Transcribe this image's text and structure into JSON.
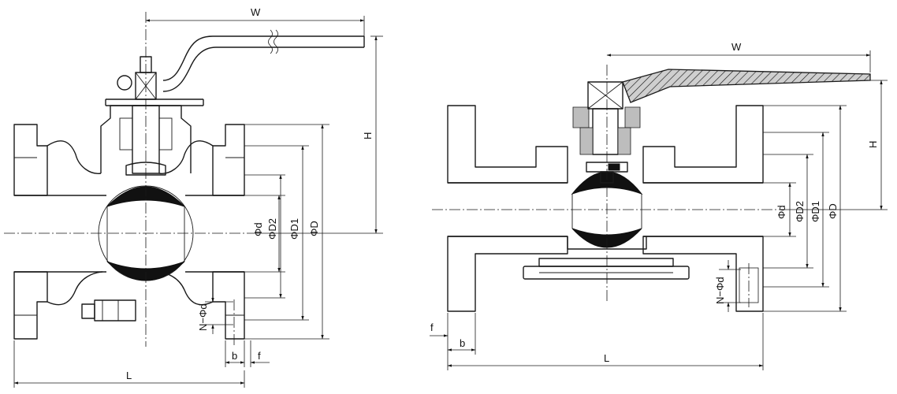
{
  "left_view": {
    "labels": {
      "W": "W",
      "H": "H",
      "phi_d": "Φd",
      "phi_D2": "ΦD2",
      "phi_D1": "ΦD1",
      "phi_D": "ΦD",
      "N_phi_d": "N−Φd",
      "b": "b",
      "f": "f",
      "L": "L"
    }
  },
  "right_view": {
    "labels": {
      "W": "W",
      "H": "H",
      "phi_d": "Φd",
      "phi_D2": "ΦD2",
      "phi_D1": "ΦD1",
      "phi_D": "ΦD",
      "N_phi_d": "N−Φd",
      "f": "f",
      "b": "b",
      "L": "L"
    }
  }
}
